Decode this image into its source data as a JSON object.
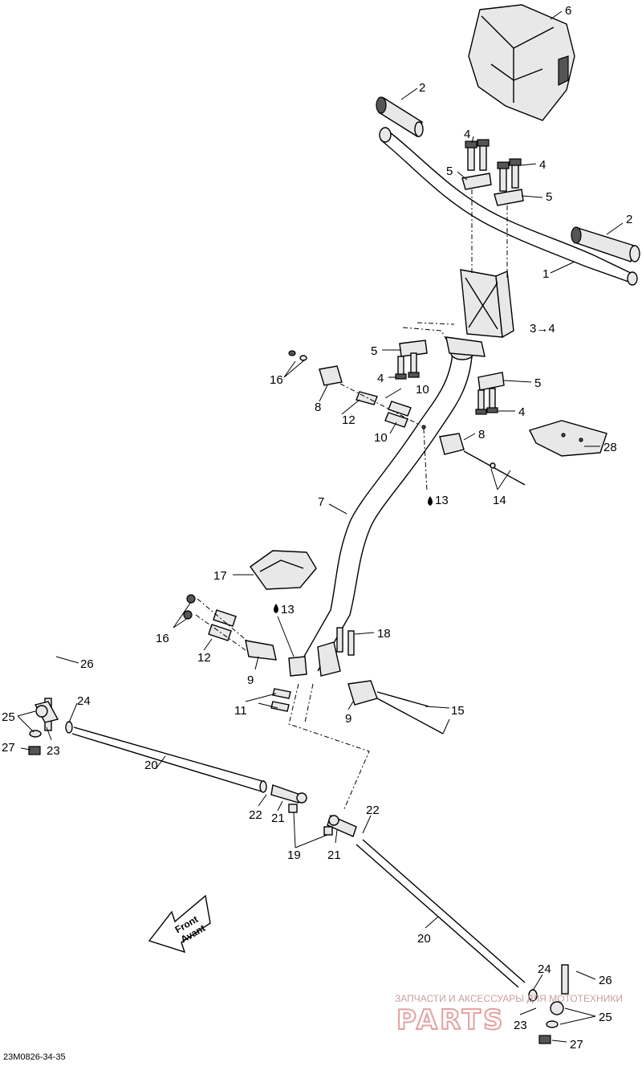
{
  "diagram_code": "23M0826-34-35",
  "front_arrow": {
    "line1": "Front",
    "line2": "Avant"
  },
  "watermark": {
    "line1": "ЗАПЧАСТИ И АКСЕССУАРЫ ДЛЯ МОТОТЕХНИКИ",
    "line2": "PARTS"
  },
  "callouts": [
    "6",
    "2",
    "4",
    "4",
    "5",
    "5",
    "2",
    "1",
    "3→4",
    "5",
    "4",
    "5",
    "4",
    "16",
    "8",
    "10",
    "12",
    "10",
    "8",
    "28",
    "13",
    "14",
    "7",
    "17",
    "13",
    "16",
    "12",
    "18",
    "9",
    "26",
    "11",
    "9",
    "15",
    "25",
    "24",
    "27",
    "23",
    "20",
    "22",
    "21",
    "22",
    "19",
    "21",
    "20",
    "24",
    "26",
    "23",
    "25",
    "27"
  ]
}
